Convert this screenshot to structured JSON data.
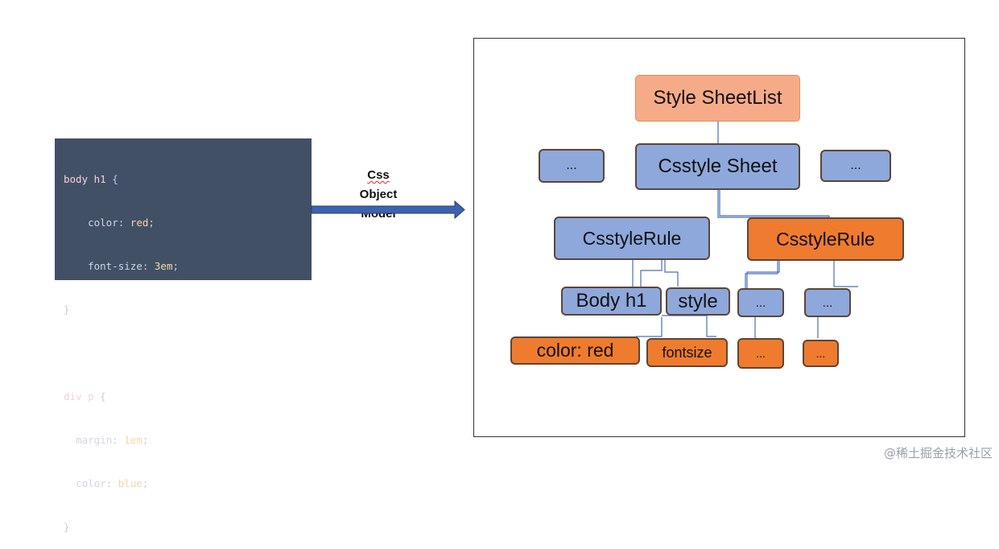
{
  "code": {
    "rule1": {
      "selector": "body h1",
      "open": "{",
      "decl1": {
        "prop": "color",
        "value": "red"
      },
      "decl2": {
        "prop": "font-size",
        "value": "3em"
      },
      "close": "}"
    },
    "rule2": {
      "selector": "div p",
      "open": "{",
      "decl1": {
        "prop": "margin",
        "value": "1em"
      },
      "decl2": {
        "prop": "color",
        "value": "blue"
      },
      "close": "}"
    }
  },
  "arrow_label": {
    "line1_a": "Css",
    "line1_b": "Object",
    "line2": "Model"
  },
  "tree": {
    "root": "Style SheetList",
    "sheet": "Csstyle Sheet",
    "sheet_left": "...",
    "sheet_right": "...",
    "rule_blue": "CsstyleRule",
    "rule_orange": "CsstyleRule",
    "selector": "Body h1",
    "style": "style",
    "blue_small_1": "...",
    "blue_small_2": "...",
    "decl_color": "color: red",
    "decl_fontsize": "fontsize",
    "orange_small_1": "...",
    "orange_small_2": "..."
  },
  "watermark": "@稀土掘金技术社区",
  "colors": {
    "code_bg": "#425066",
    "node_blue": "#8ea8dc",
    "node_orange": "#ef7b2e",
    "node_salmon": "#f6ab88",
    "arrow": "#3d63b0"
  }
}
